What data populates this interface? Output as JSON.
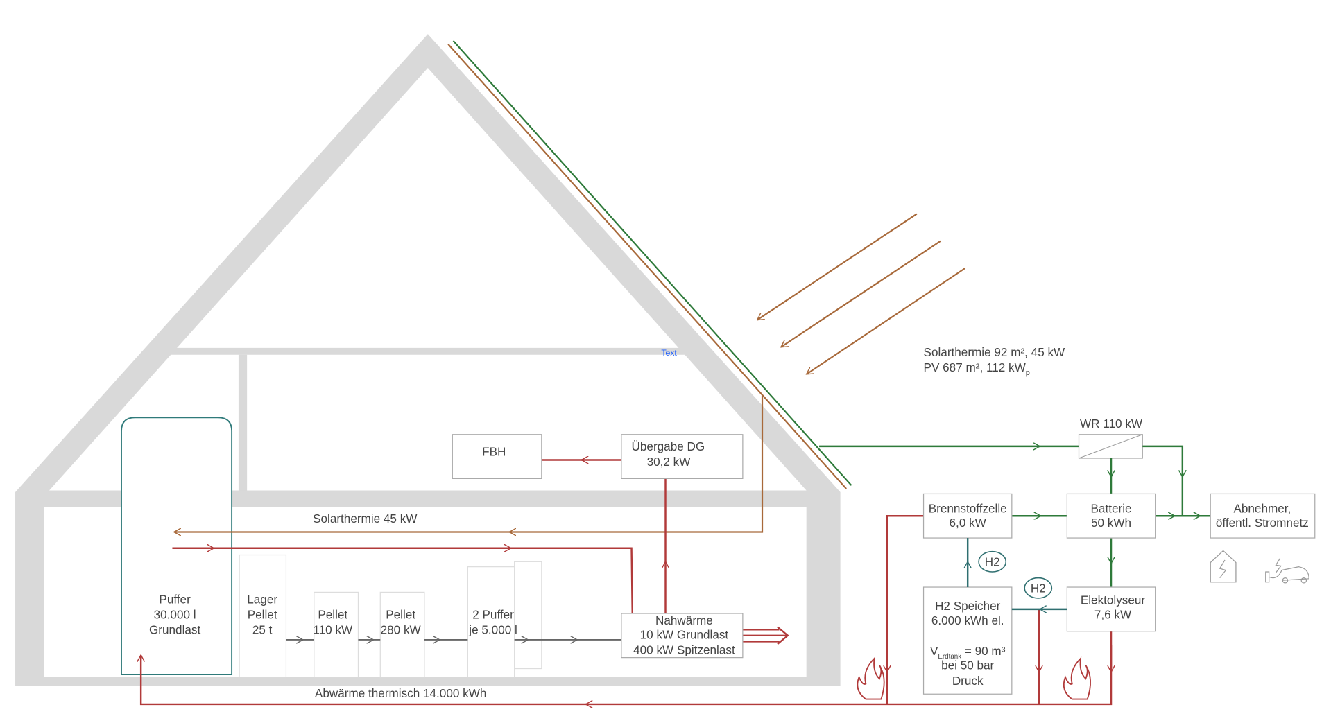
{
  "labels": {
    "solar_line1": "Solarthermie 92 m², 45 kW",
    "solar_line2": "PV 687 m², 112 kW",
    "solar_line2_sub": "p",
    "text_placeholder": "Text",
    "wr": "WR 110 kW",
    "fbh": "FBH",
    "uebergabe": [
      "Übergabe DG",
      "30,2 kW"
    ],
    "solarthermie_flow": "Solarthermie 45 kW",
    "puffer": [
      "Puffer",
      "30.000 l",
      "Grundlast"
    ],
    "lager": [
      "Lager",
      "Pellet",
      "25 t"
    ],
    "pellet110": [
      "Pellet",
      "110 kW"
    ],
    "pellet280": [
      "Pellet",
      "280 kW"
    ],
    "puffer2": [
      "2 Puffer",
      "je 5.000 l"
    ],
    "nahwaerme": [
      "Nahwärme",
      "10 kW Grundlast",
      "400 kW Spitzenlast"
    ],
    "abwaerme": "Abwärme thermisch 14.000 kWh",
    "brennstoffzelle": [
      "Brennstoffzelle",
      "6,0 kW"
    ],
    "batterie": [
      "Batterie",
      "50 kWh"
    ],
    "abnehmer": [
      "Abnehmer,",
      "öffentl. Stromnetz"
    ],
    "elektolyseur": [
      "Elektolyseur",
      "7,6 kW"
    ],
    "h2": "H2",
    "h2speicher": [
      "H2 Speicher",
      "6.000 kWh el.",
      "V",
      "Erdtank",
      " = 90 m³",
      "bei 50 bar",
      "Druck"
    ]
  },
  "colors": {
    "heat": "#b13a3a",
    "solar_thermal": "#a8693a",
    "electric": "#2e7a3a",
    "hydrogen": "#2f6f70",
    "wall": "#d9d9d9"
  }
}
